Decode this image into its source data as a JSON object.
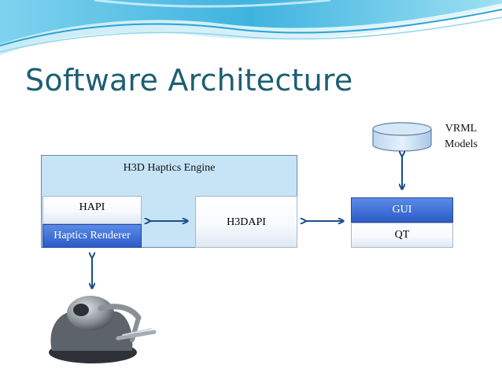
{
  "slide": {
    "title": "Software Architecture"
  },
  "diagram": {
    "engine_label": "H3D Haptics Engine",
    "hapi_label": "HAPI",
    "renderer_label": "Haptics Renderer",
    "h3dapi_label": "H3DAPI",
    "gui_label": "GUI",
    "qt_label": "QT",
    "vrml_label_line1": "VRML",
    "vrml_label_line2": "Models"
  },
  "colors": {
    "title": "#1d5f72",
    "engine_fill": "#c6e4f6",
    "arrow": "#1b4f8a",
    "blue_box": "#2c5cc8"
  }
}
